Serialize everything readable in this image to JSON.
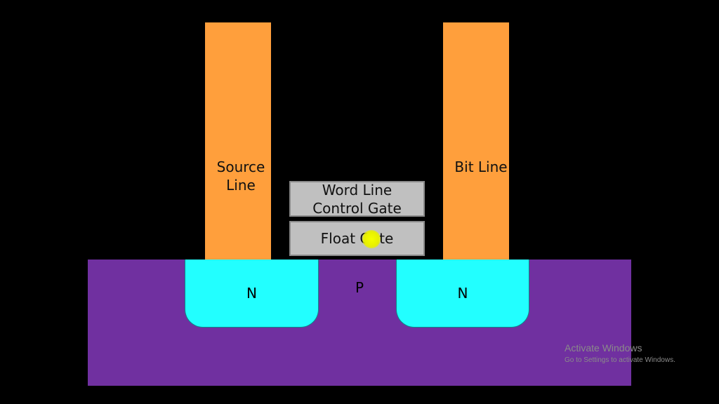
{
  "diagram": {
    "source_line": [
      "Source",
      "Line"
    ],
    "bit_line": "Bit Line",
    "control_gate": [
      "Word Line",
      "Control Gate"
    ],
    "float_gate": "Float Gate",
    "n_left": "N",
    "p_region": "P",
    "n_right": "N"
  },
  "colors": {
    "background": "#000000",
    "lines": "#ff9f3c",
    "gates": "#c0c0c0",
    "n_regions": "#22ffff",
    "p_substrate": "#7030a0"
  },
  "watermark": {
    "title": "Activate Windows",
    "subtitle": "Go to Settings to activate Windows."
  }
}
